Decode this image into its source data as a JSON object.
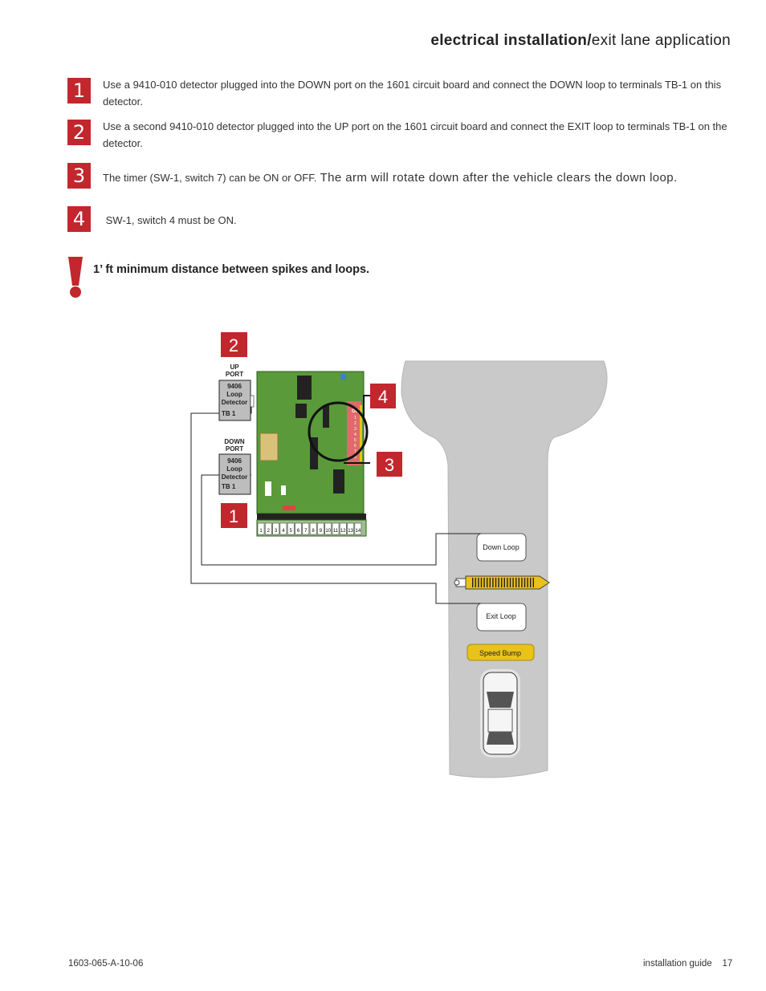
{
  "header": {
    "title_bold": "electrical installation/",
    "title_rest": "exit lane application"
  },
  "steps": [
    {
      "num": "1",
      "text": "Use a 9410-010 detector plugged into the DOWN port on the 1601 circuit board and connect the DOWN loop to terminals TB-1 on this detector."
    },
    {
      "num": "2",
      "text": "Use a second 9410-010 detector plugged into the UP port on the 1601 circuit board and connect the EXIT loop to terminals TB-1 on the detector."
    },
    {
      "num": "3",
      "text_small": "The timer (SW-1, switch 7) can be ON or OFF.",
      "text_large": " The arm will rotate down after the vehicle clears the down loop."
    },
    {
      "num": "4",
      "text": " SW-1, switch 4 must be ON."
    }
  ],
  "warning": {
    "text": "1’ ft minimum distance between spikes and loops."
  },
  "diagram": {
    "up_port_label": [
      "UP",
      "PORT"
    ],
    "down_port_label": [
      "DOWN",
      "PORT"
    ],
    "detector_label": [
      "9406",
      "Loop",
      "Detector"
    ],
    "detector_terminal": "TB 1",
    "callouts": [
      "2",
      "4",
      "3",
      "1"
    ],
    "board_switch_label": "ON",
    "switch_numbers": [
      "1",
      "2",
      "3",
      "4",
      "5",
      "6",
      "7",
      "8"
    ],
    "terminal_numbers": [
      "1",
      "2",
      "3",
      "4",
      "5",
      "6",
      "7",
      "8",
      "9",
      "10",
      "11",
      "12",
      "13",
      "14"
    ],
    "down_loop": "Down Loop",
    "exit_loop": "Exit Loop",
    "speed_bump": "Speed Bump"
  },
  "footer": {
    "doc_code": "1603-065-A-10-06",
    "guide": "installation guide",
    "page": "17"
  },
  "colors": {
    "accent": "#c1272d",
    "road": "#c9c9c9",
    "board": "#5a9a3a",
    "arm_yellow": "#e9c21a"
  }
}
